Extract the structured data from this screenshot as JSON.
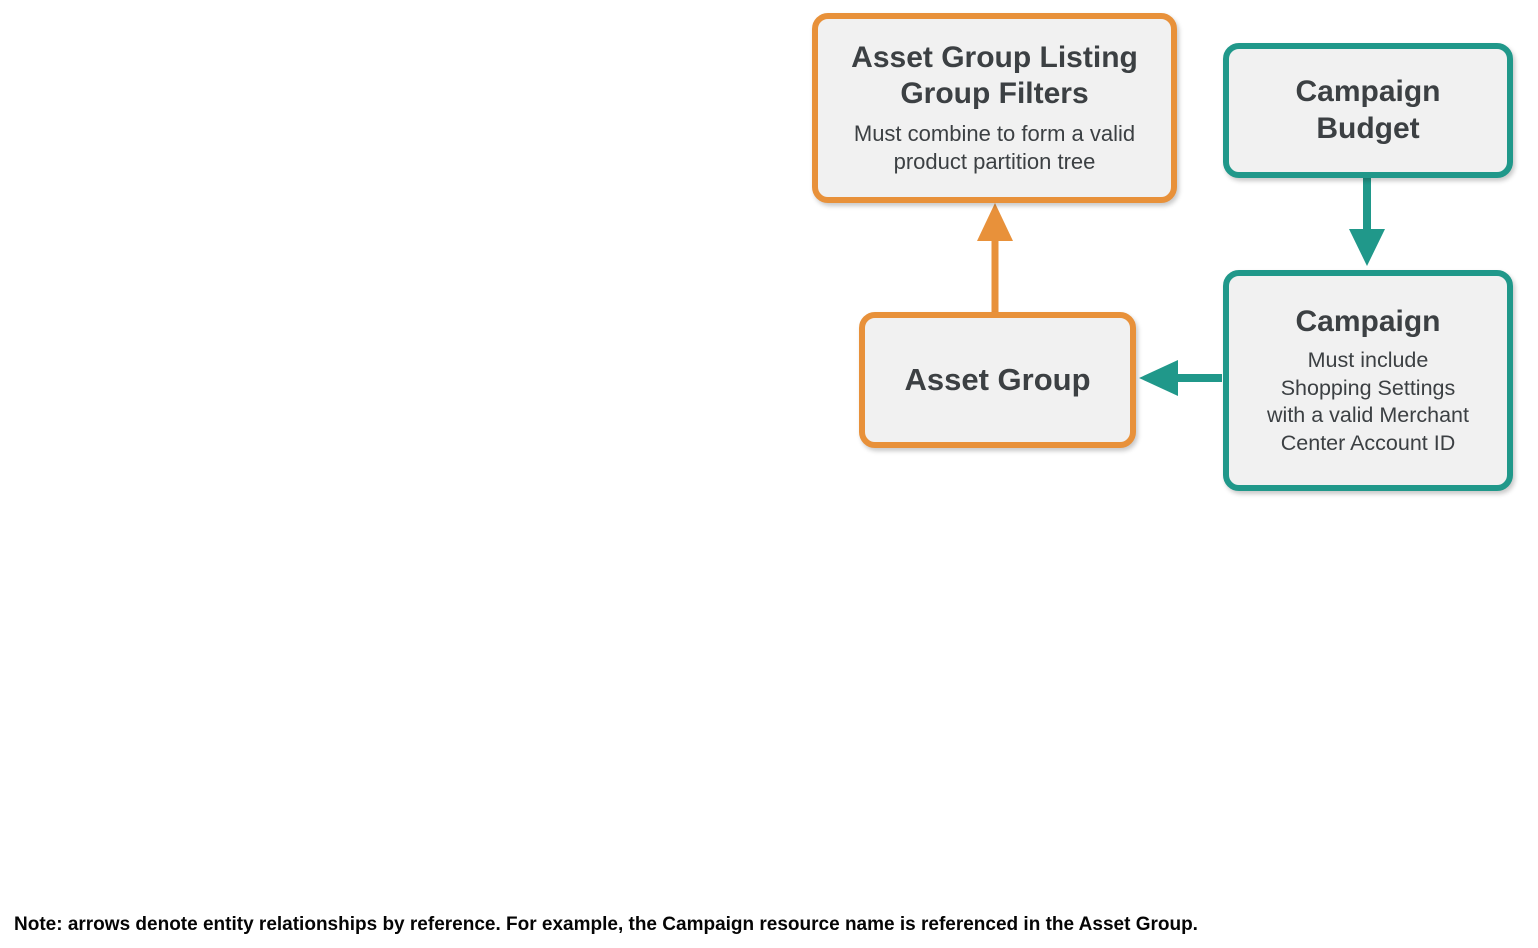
{
  "diagram": {
    "colors": {
      "orange_accent": "#E8913A",
      "teal_accent": "#20988A",
      "box_fill": "#F1F1F1",
      "title_text": "#3C4043",
      "note_text": "#000000"
    },
    "nodes": [
      {
        "id": "asset-group-listing-group-filters",
        "title": "Asset Group Listing\nGroup Filters",
        "subtitle": "Must combine to form a valid\nproduct partition tree",
        "accent": "orange"
      },
      {
        "id": "campaign-budget",
        "title": "Campaign\nBudget",
        "subtitle": "",
        "accent": "teal"
      },
      {
        "id": "campaign",
        "title": "Campaign",
        "subtitle": "Must include\nShopping Settings\nwith a valid Merchant\nCenter Account ID",
        "accent": "teal"
      },
      {
        "id": "asset-group",
        "title": "Asset Group",
        "subtitle": "",
        "accent": "orange"
      }
    ],
    "edges": [
      {
        "from": "asset-group",
        "to": "asset-group-listing-group-filters",
        "accent": "orange"
      },
      {
        "from": "campaign-budget",
        "to": "campaign",
        "accent": "teal"
      },
      {
        "from": "campaign",
        "to": "asset-group",
        "accent": "teal"
      }
    ]
  },
  "footnote": {
    "text": "Note: arrows denote entity relationships by reference. For example, the Campaign resource name is referenced in the Asset Group."
  }
}
